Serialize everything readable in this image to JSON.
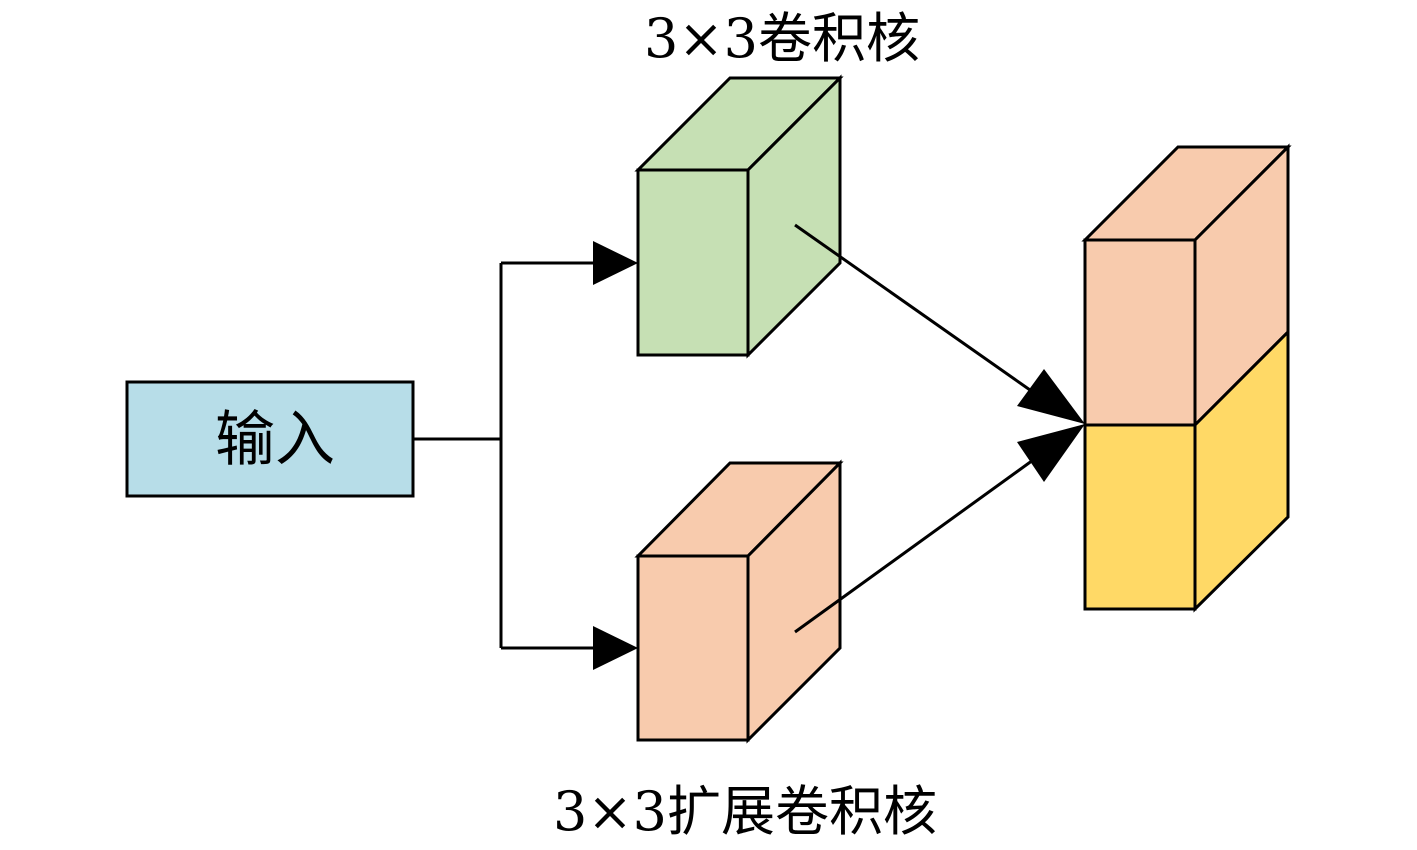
{
  "colors": {
    "input_fill": "#b7dde8",
    "green_front": "#c6e0b4",
    "green_top": "#c6e0b4",
    "green_side": "#c6e0b4",
    "peach_fill": "#f8cbad",
    "yellow_fill": "#ffd966",
    "stroke": "#000000"
  },
  "nodes": {
    "input": {
      "label": "输入"
    },
    "conv3x3": {
      "label": "3×3卷积核"
    },
    "dilated_conv3x3": {
      "label": "3×3扩展卷积核"
    },
    "concat_output": {
      "label": ""
    }
  }
}
